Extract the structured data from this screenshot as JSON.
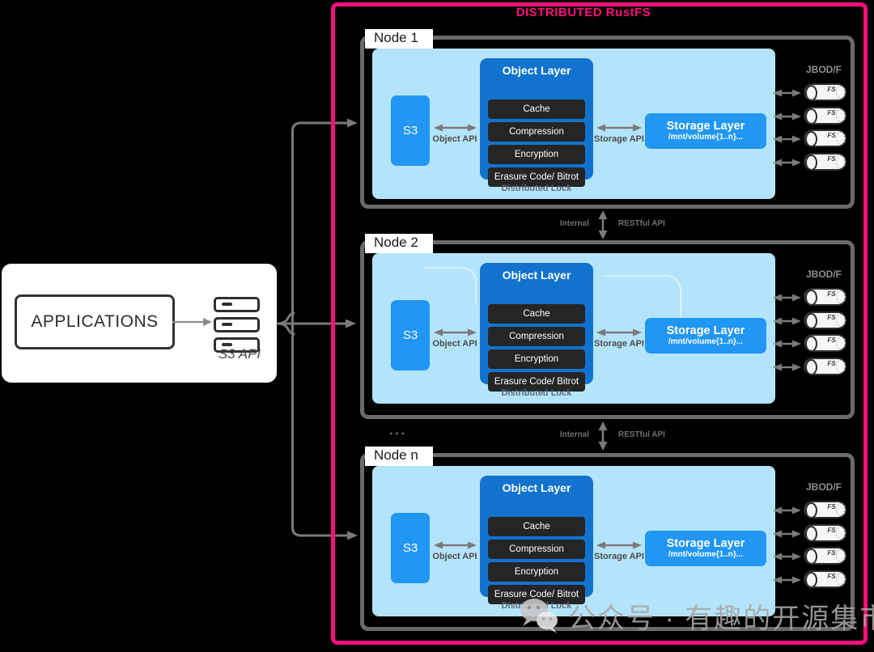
{
  "title": "DISTRIBUTED RustFS",
  "applications": {
    "label": "APPLICATIONS",
    "s3_api": "S3 API"
  },
  "nodes": [
    {
      "title": "Node 1"
    },
    {
      "title": "Node 2"
    },
    {
      "title": "Node n"
    }
  ],
  "shared": {
    "s3": "S3",
    "object_layer": "Object Layer",
    "items": [
      "Cache",
      "Compression",
      "Encryption",
      "Erasure Code/ Bitrot"
    ],
    "object_api": "Object API",
    "storage_api": "Storage API",
    "storage_layer": "Storage Layer",
    "storage_path": "/mnt/volume{1..n}...",
    "distributed_lock": "Distributed Lock",
    "jbod": "JBOD/F",
    "fs": "FS"
  },
  "links": {
    "internal": "Internal",
    "restful": "RESTful API",
    "ellipsis": "..."
  },
  "watermark": "公众号 · 有趣的开源集市",
  "colors": {
    "accent_pink": "#FF0F7B",
    "node_border_gray": "#6A6A6A",
    "panel_blue": "#B4E4FB",
    "primary_blue": "#2196F3",
    "object_layer_blue": "#1273CE",
    "item_dark": "#252525",
    "arrow_gray": "#7A7A7A"
  }
}
